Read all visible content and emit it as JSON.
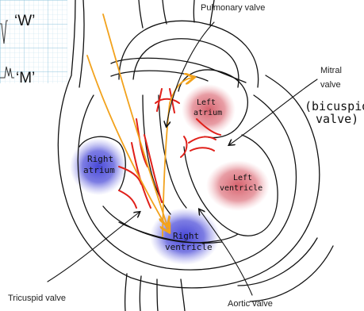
{
  "ecg": {
    "w_label": "‘W’",
    "m_label": "‘M’"
  },
  "labels": {
    "pulmonary_valve": "Pulmonary valve",
    "mitral_valve_line1": "Mitral",
    "mitral_valve_line2": "valve",
    "bicuspid_line1": "(bicuspid",
    "bicuspid_line2": "valve)",
    "tricuspid_valve": "Tricuspid valve",
    "aortic_valve": "Aortic valve"
  },
  "chambers": {
    "left_atrium_line1": "Left",
    "left_atrium_line2": "atrium",
    "right_atrium_line1": "Right",
    "right_atrium_line2": "atrium",
    "left_ventricle_line1": "Left",
    "left_ventricle_line2": "ventricle",
    "right_ventricle_line1": "Right",
    "right_ventricle_line2": "ventricle"
  },
  "colors": {
    "grid": "#a9d3e6",
    "blue_blob": "#5a5ad8",
    "red_blob": "#d9707a",
    "valve_red": "#e0201a",
    "arrow_orange": "#f2a21c",
    "outline": "#111111"
  }
}
